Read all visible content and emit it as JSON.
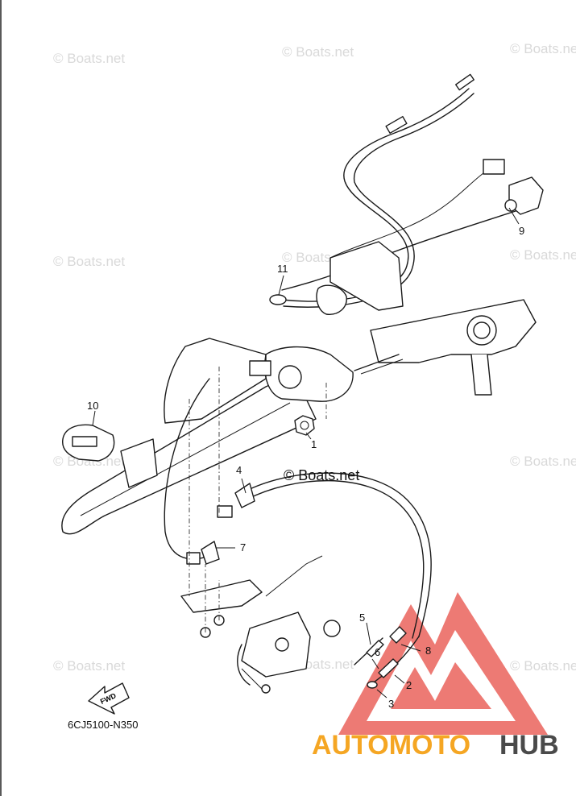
{
  "diagram": {
    "callouts": [
      {
        "label": "1"
      },
      {
        "label": "2"
      },
      {
        "label": "3"
      },
      {
        "label": "4"
      },
      {
        "label": "5"
      },
      {
        "label": "6"
      },
      {
        "label": "7"
      },
      {
        "label": "8"
      },
      {
        "label": "9"
      },
      {
        "label": "10"
      },
      {
        "label": "11"
      }
    ],
    "fwd_label": "FWD",
    "drawing_code": "6CJ5100-N350",
    "watermark_text": "© Boats.net",
    "brand_text": "© Boats.net",
    "logo": {
      "part1": "AUTOMOTO",
      "part2": "HUB",
      "color_orange": "#f5a623",
      "color_dark": "#4a4a4a",
      "color_red": "#e8524a"
    }
  }
}
